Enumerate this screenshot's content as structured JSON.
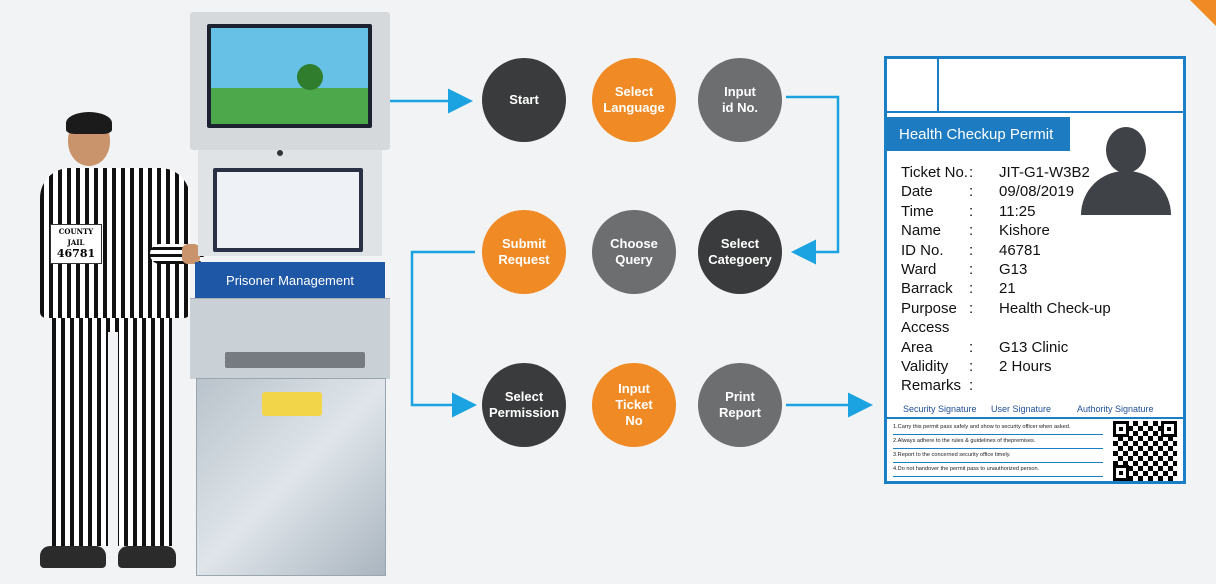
{
  "kiosk": {
    "banner": "Prisoner Management"
  },
  "prisoner": {
    "patch_line1": "COUNTY",
    "patch_line2": "JAIL",
    "patch_number": "46781"
  },
  "flow": {
    "steps": [
      {
        "label": "Start"
      },
      {
        "label": "Select\nLanguage"
      },
      {
        "label": "Input\nid No."
      },
      {
        "label": "Select\nCategoery"
      },
      {
        "label": "Choose\nQuery"
      },
      {
        "label": "Submit\nRequest"
      },
      {
        "label": "Select\nPermission"
      },
      {
        "label": "Input\nTicket\nNo"
      },
      {
        "label": "Print\nReport"
      }
    ]
  },
  "colors": {
    "dark_step": "#3a3b3c",
    "orange_step": "#f08a24",
    "grey_step": "#6d6e70",
    "arrow_blue": "#1aa3e0",
    "card_blue": "#1a7fc4"
  },
  "permit": {
    "title": "Health Checkup Permit",
    "avatar_icon": "user-silhouette-icon",
    "fields": [
      {
        "label": "Ticket No.",
        "sep": ":",
        "value": "JIT-G1-W3B2"
      },
      {
        "label": "Date",
        "sep": ":",
        "value": "09/08/2019"
      },
      {
        "label": "Time",
        "sep": ":",
        "value": "11:25"
      },
      {
        "label": "Name",
        "sep": ":",
        "value": "Kishore"
      },
      {
        "label": "ID No.",
        "sep": ":",
        "value": "46781"
      },
      {
        "label": "Ward",
        "sep": ":",
        "value": "G13"
      },
      {
        "label": "Barrack",
        "sep": ":",
        "value": "21"
      },
      {
        "label": "Purpose",
        "sep": ":",
        "value": "Health Check-up"
      },
      {
        "label": "Access",
        "sep": "",
        "value": ""
      },
      {
        "label": "Area",
        "sep": ":",
        "value": "G13 Clinic"
      },
      {
        "label": "Validity",
        "sep": ":",
        "value": "2 Hours"
      },
      {
        "label": "Remarks",
        "sep": ":",
        "value": ""
      }
    ],
    "signatures": [
      "Security Signature",
      "User Signature",
      "Authority Signature"
    ],
    "rules": [
      "1.Carry this permit pass safely and show to security officer when asked.",
      "2.Always adhere to the rules & guidelines of thepremises.",
      "3.Report to the concerned security office timely.",
      "4.Do not handover the permit pass to unauthorized person."
    ],
    "qr_icon": "qr-code-icon"
  }
}
